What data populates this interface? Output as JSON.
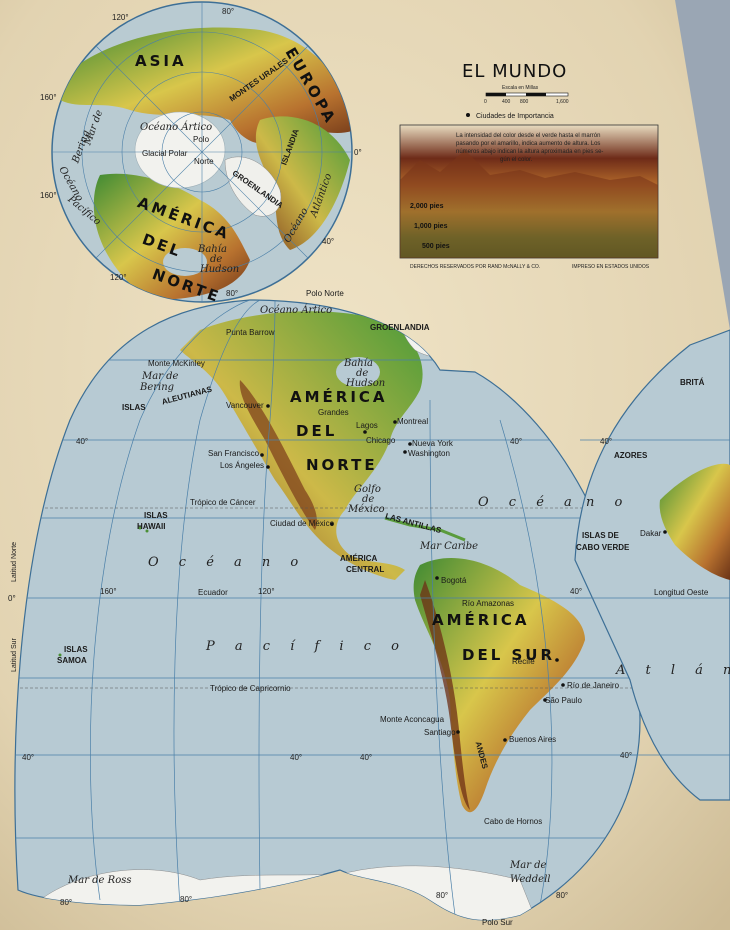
{
  "title": "EL MUNDO",
  "scale": {
    "label": "Escala en Millas",
    "ticks": [
      "0",
      "400",
      "800",
      "1,600"
    ]
  },
  "cities_legend": "Ciudades de Importancia",
  "legend": {
    "text_lines": [
      "La intensidad del color desde el verde hasta el marrón",
      "pasando por el amarillo, indica aumento de altura. Los",
      "números abajo indican la altura aproximada en pies se-",
      "gún el color."
    ],
    "levels": [
      "2,000 pies",
      "1,000 pies",
      "500 pies"
    ]
  },
  "credits": {
    "left": "DERECHOS RESERVADOS POR RAND McNALLY & CO.",
    "right": "IMPRESO EN ESTADOS UNIDOS"
  },
  "polar": {
    "continents": [
      "ASIA",
      "EUROPA",
      "AMÉRICA",
      "DEL",
      "NORTE"
    ],
    "places": [
      "Océano Ártico",
      "Polo",
      "Glacial Polar",
      "Norte",
      "GROENLANDIA",
      "ISLANDIA",
      "MONTES URALES",
      "Mar de",
      "Bering",
      "Bahía",
      "de",
      "Hudson",
      "Océano",
      "Pacífico",
      "Océano",
      "Atlántico"
    ],
    "degrees": [
      "120°",
      "80°",
      "160°",
      "0°",
      "160°",
      "40°",
      "120°",
      "80°"
    ]
  },
  "main": {
    "continents": [
      "AMÉRICA",
      "DEL",
      "NORTE",
      "AMÉRICA",
      "DEL SUR",
      "AMÉRICA",
      "CENTRAL"
    ],
    "oceans": [
      "O c é a n o",
      "P a c í f i c o",
      "O c é a",
      "n o",
      "A t l á n t i c o"
    ],
    "seas": [
      "Océano Ártico",
      "Mar de",
      "Bering",
      "Bahía",
      "de",
      "Hudson",
      "Golfo",
      "de",
      "México",
      "Mar Caribe",
      "Mar de",
      "Weddell",
      "Mar de Ross",
      "Grandes",
      "Lagos"
    ],
    "regions": [
      "Polo Norte",
      "GROENLANDIA",
      "Punta Barrow",
      "Monte McKinley",
      "ISLAS",
      "ALEUTIANAS",
      "ISLAS",
      "HAWAII",
      "ISLAS",
      "SAMOA",
      "LAS ANTILLAS",
      "ISLAS DE",
      "CABO VERDE",
      "AZORES",
      "BRITÁ",
      "Monte Aconcagua",
      "Cabo de Hornos",
      "ANDES",
      "Río Amazonas",
      "Polo Sur"
    ],
    "cities": [
      "Vancouver",
      "San Francisco",
      "Los Ángeles",
      "Chicago",
      "Montreal",
      "Nueva York",
      "Washington",
      "Ciudad de México",
      "Bogotá",
      "Recife",
      "Río de Janeiro",
      "São Paulo",
      "Buenos Aires",
      "Santiago",
      "Dakar"
    ],
    "lines": [
      "Trópico de Cáncer",
      "Ecuador",
      "Trópico de Capricornio",
      "Longitud Oeste"
    ],
    "degrees": [
      "40°",
      "40°",
      "40°",
      "0°",
      "160°",
      "120°",
      "40°",
      "40°",
      "40°",
      "40°",
      "40°",
      "80°",
      "80°",
      "80°",
      "80°"
    ],
    "side_labels": [
      "Latitud Norte",
      "Latitud Sur"
    ]
  },
  "colors": {
    "paper": "#e8dcc0",
    "ocean": "#b7cad3",
    "lowland": "#4f9a3a",
    "midland": "#d9c64a",
    "highland": "#8a4a22",
    "ice": "#f2f2ee",
    "graticule": "#4a7fa8"
  }
}
